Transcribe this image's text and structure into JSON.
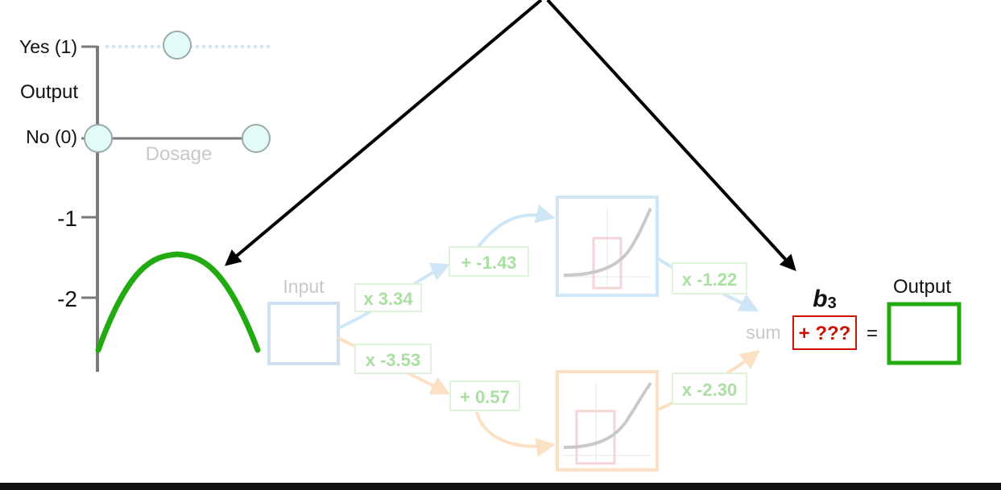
{
  "axis": {
    "yes_label": "Yes (1)",
    "output_label": "Output",
    "no_label": "No (0)",
    "dosage_label": "Dosage",
    "tick_minus1": "-1",
    "tick_minus2": "-2"
  },
  "network": {
    "input_label": "Input",
    "w_top_in": "x 3.34",
    "w_bottom_in": "x -3.53",
    "b_top": "+ -1.43",
    "b_bottom": "+ 0.57",
    "w_top_out": "x -1.22",
    "w_bottom_out": "x -2.30",
    "sum_label": "sum",
    "bias_label": "b",
    "bias_subscript": "3",
    "bias_value": "+ ???",
    "equals": "=",
    "output_label": "Output"
  },
  "colors": {
    "curve_green": "#22aa11",
    "bias_red": "#cc1100",
    "top_path_blue": "#cfe6f7",
    "bottom_path_orange": "#fbe0c4"
  }
}
